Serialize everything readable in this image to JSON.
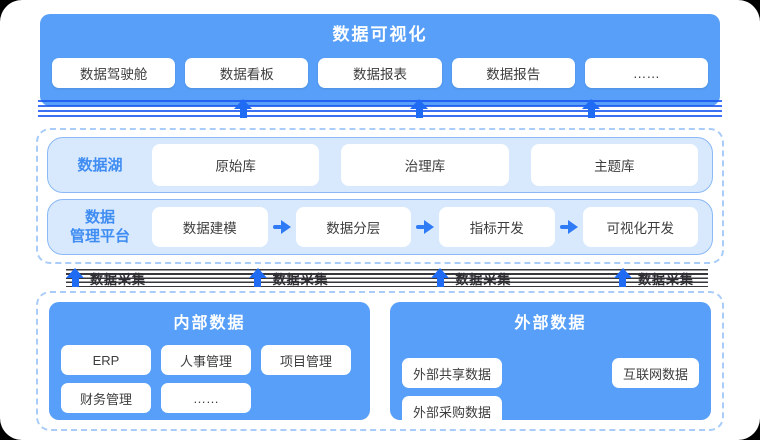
{
  "top": {
    "title": "数据可视化",
    "items": [
      "数据驾驶舱",
      "数据看板",
      "数据报表",
      "数据报告",
      "……"
    ]
  },
  "lake": {
    "label": "数据湖",
    "items": [
      "原始库",
      "治理库",
      "主题库"
    ]
  },
  "platform": {
    "label_line1": "数据",
    "label_line2": "管理平台",
    "items": [
      "数据建模",
      "数据分层",
      "指标开发",
      "可视化开发"
    ]
  },
  "collect": {
    "labels": [
      "数据采集",
      "数据采集",
      "数据采集",
      "数据采集"
    ]
  },
  "internal": {
    "title": "内部数据",
    "items": [
      "ERP",
      "人事管理",
      "项目管理",
      "财务管理",
      "……"
    ]
  },
  "external": {
    "title": "外部数据",
    "items": [
      "外部共享数据",
      "互联网数据",
      "外部采购数据"
    ]
  },
  "colors": {
    "primary_blue": "#579ff8",
    "accent_arrow_blue": "#1f6bf3",
    "flow_arrow_blue": "#2f7bf5",
    "row_fill": "#d9e9fd",
    "row_border": "#8ab9f5",
    "dashed_border": "#a9ccf9",
    "label_blue": "#3f8df2",
    "chip_text": "#3d3d3d",
    "band_stripe_dark": "#26262c"
  }
}
